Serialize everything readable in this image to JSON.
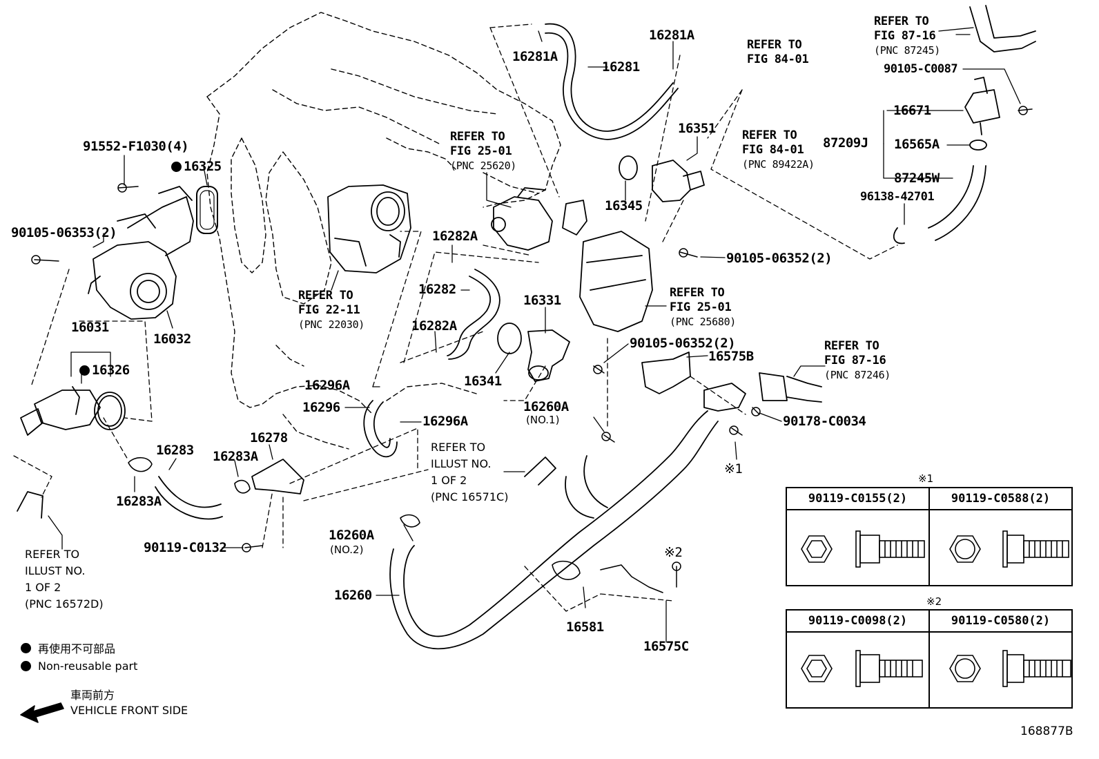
{
  "parts": {
    "p91552": "91552-F1030(4)",
    "p16325": "16325",
    "p90105_06353": "90105-06353(2)",
    "p16032": "16032",
    "p16031": "16031",
    "p16326": "16326",
    "p16283": "16283",
    "p16283A_1": "16283A",
    "p16283A_2": "16283A",
    "p16278": "16278",
    "p90119_C0132": "90119-C0132",
    "p16281A_1": "16281A",
    "p16281": "16281",
    "p16281A_2": "16281A",
    "p16282A_1": "16282A",
    "p16282": "16282",
    "p16282A_2": "16282A",
    "p16296A_1": "16296A",
    "p16296": "16296",
    "p16296A_2": "16296A",
    "p16331": "16331",
    "p16341": "16341",
    "p16260A_1": "16260A",
    "p16260A_1_sub": "(NO.1)",
    "p16260A_2": "16260A",
    "p16260A_2_sub": "(NO.2)",
    "p16260": "16260",
    "p16351": "16351",
    "p16345": "16345",
    "p90105_06352_1": "90105-06352(2)",
    "p90105_06352_2": "90105-06352(2)",
    "p16575B": "16575B",
    "p90178_C0034": "90178-C0034",
    "p_x1": "※1",
    "p16581": "16581",
    "p16575C": "16575C",
    "p_x2": "※2",
    "p16671": "16671",
    "p87209J": "87209J",
    "p16565A": "16565A",
    "p87245W": "87245W",
    "p90105_C0087": "90105-C0087",
    "p96138_42701": "96138-42701"
  },
  "refs": {
    "r_fig25_01_a": {
      "l1": "REFER TO",
      "l2": "FIG 25-01",
      "l3": "(PNC 25620)"
    },
    "r_fig22_11": {
      "l1": "REFER TO",
      "l2": "FIG 22-11",
      "l3": "(PNC 22030)"
    },
    "r_fig84_01_a": {
      "l1": "REFER TO",
      "l2": "FIG 84-01"
    },
    "r_fig84_01_b": {
      "l1": "REFER TO",
      "l2": "FIG 84-01",
      "l3": "(PNC 89422A)"
    },
    "r_fig87_16_a": {
      "l1": "REFER TO",
      "l2": "FIG 87-16",
      "l3": "(PNC 87245)"
    },
    "r_fig25_01_b": {
      "l1": "REFER TO",
      "l2": "FIG 25-01",
      "l3": "(PNC 25680)"
    },
    "r_fig87_16_b": {
      "l1": "REFER TO",
      "l2": "FIG 87-16",
      "l3": "(PNC 87246)"
    }
  },
  "illust_notes": {
    "n1": {
      "l1": "REFER TO",
      "l2": "ILLUST NO.",
      "l3": "1 OF 2",
      "l4": "(PNC 16571C)"
    },
    "n2": {
      "l1": "REFER TO",
      "l2": "ILLUST NO.",
      "l3": "1 OF 2",
      "l4": "(PNC 16572D)"
    }
  },
  "legend": {
    "jp": "再使用不可部品",
    "en": "Non-reusable part"
  },
  "front": {
    "jp": "車両前方",
    "en": "VEHICLE FRONT SIDE"
  },
  "bolt_tables": {
    "t1": {
      "title": "※1",
      "left": "90119-C0155(2)",
      "right": "90119-C0588(2)"
    },
    "t2": {
      "title": "※2",
      "left": "90119-C0098(2)",
      "right": "90119-C0580(2)"
    }
  },
  "figure_id": "168877B"
}
